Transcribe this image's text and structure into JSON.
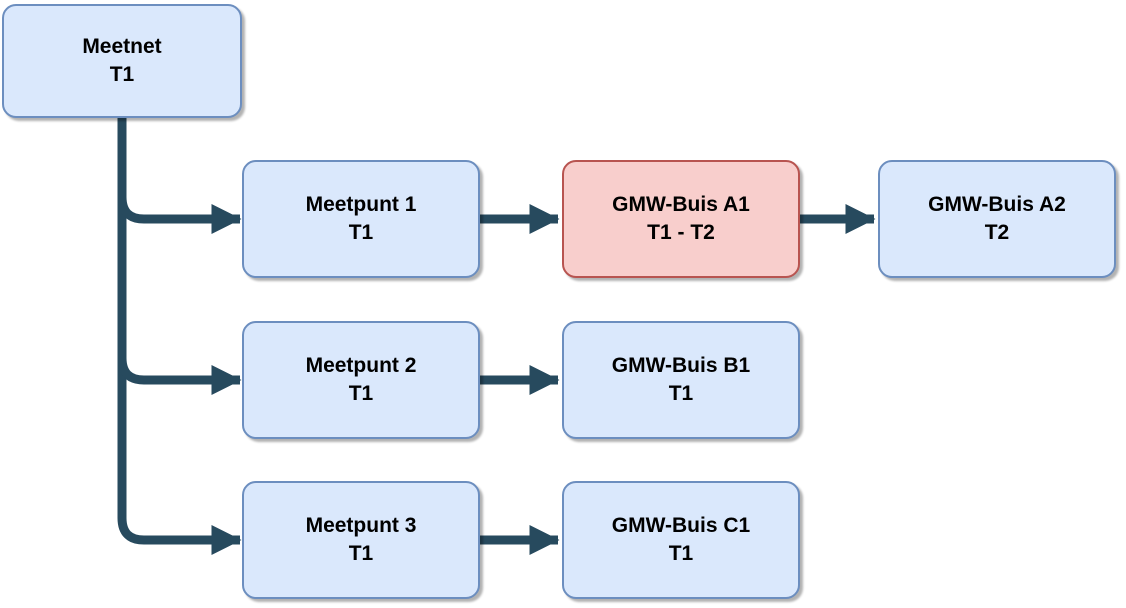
{
  "diagram": {
    "nodes": [
      {
        "id": "meetnet",
        "label": "Meetnet",
        "period": "T1",
        "type": "blue"
      },
      {
        "id": "meetpunt-1",
        "label": "Meetpunt 1",
        "period": "T1",
        "type": "blue"
      },
      {
        "id": "gmw-buis-a1",
        "label": "GMW-Buis A1",
        "period": "T1 - T2",
        "type": "red"
      },
      {
        "id": "gmw-buis-a2",
        "label": "GMW-Buis A2",
        "period": "T2",
        "type": "blue"
      },
      {
        "id": "meetpunt-2",
        "label": "Meetpunt 2",
        "period": "T1",
        "type": "blue"
      },
      {
        "id": "gmw-buis-b1",
        "label": "GMW-Buis B1",
        "period": "T1",
        "type": "blue"
      },
      {
        "id": "meetpunt-3",
        "label": "Meetpunt 3",
        "period": "T1",
        "type": "blue"
      },
      {
        "id": "gmw-buis-c1",
        "label": "GMW-Buis C1",
        "period": "T1",
        "type": "blue"
      }
    ],
    "edges": [
      {
        "from": "meetnet",
        "to": "meetpunt-1"
      },
      {
        "from": "meetnet",
        "to": "meetpunt-2"
      },
      {
        "from": "meetnet",
        "to": "meetpunt-3"
      },
      {
        "from": "meetpunt-1",
        "to": "gmw-buis-a1"
      },
      {
        "from": "gmw-buis-a1",
        "to": "gmw-buis-a2"
      },
      {
        "from": "meetpunt-2",
        "to": "gmw-buis-b1"
      },
      {
        "from": "meetpunt-3",
        "to": "gmw-buis-c1"
      }
    ]
  },
  "colors": {
    "node-blue-fill": "#dae8fc",
    "node-blue-border": "#6c8ebf",
    "node-red-fill": "#f8cecc",
    "node-red-border": "#b85450",
    "connector": "#274a5e",
    "text": "#000000",
    "background": "#ffffff"
  }
}
